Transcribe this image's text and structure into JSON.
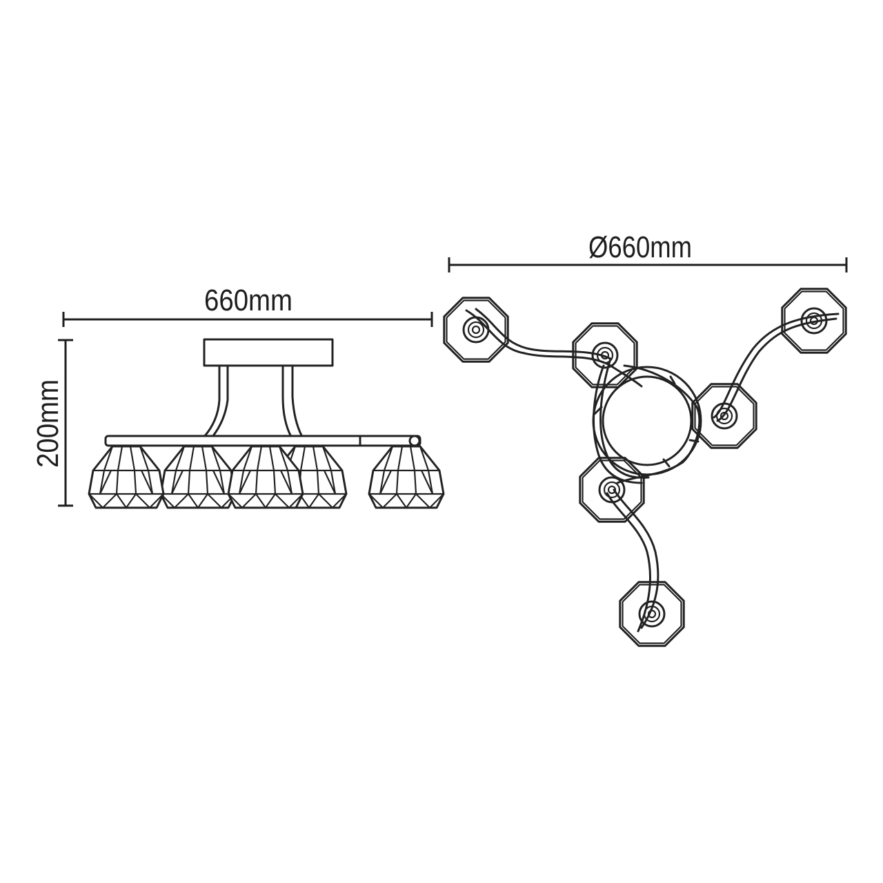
{
  "side_view": {
    "width_label": "660mm",
    "height_label": "200mm"
  },
  "top_view": {
    "diameter_label": "Ø660mm"
  },
  "colors": {
    "line": "#222222",
    "background": "#ffffff"
  }
}
